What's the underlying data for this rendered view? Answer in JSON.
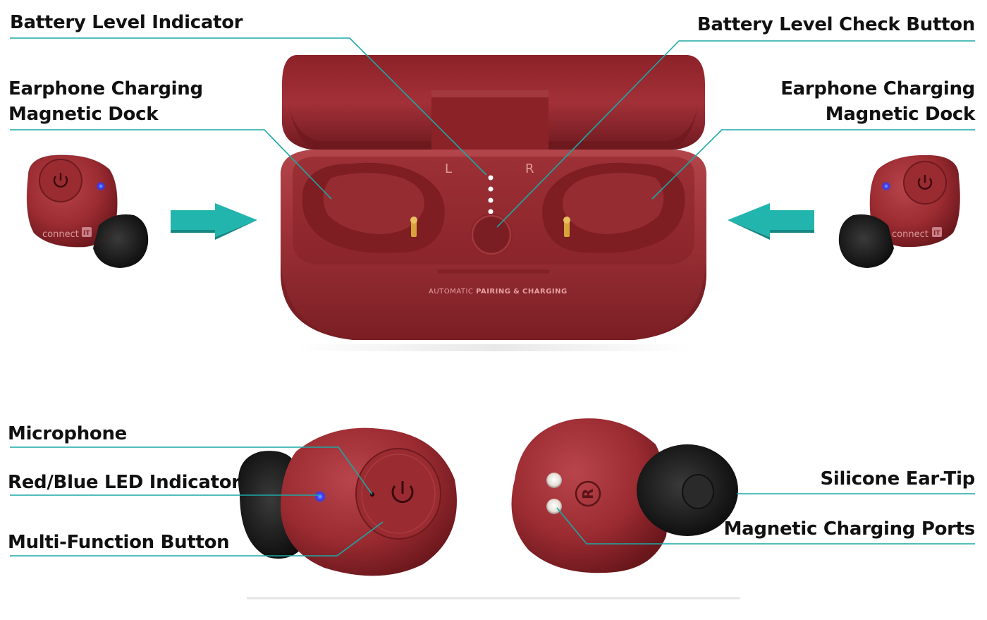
{
  "labels": {
    "battery_level_indicator": "Battery Level Indicator",
    "battery_check_button": "Battery Level Check Button",
    "dock_left": [
      "Earphone Charging",
      "Magnetic Dock"
    ],
    "dock_right": [
      "Earphone Charging",
      "Magnetic Dock"
    ],
    "microphone": "Microphone",
    "led_indicator": "Red/Blue LED Indicator",
    "multi_function_button": "Multi-Function Button",
    "silicone_ear_tip": "Silicone Ear-Tip",
    "magnetic_charging_ports": "Magnetic Charging Ports"
  },
  "case": {
    "left_mark": "L",
    "right_mark": "R",
    "caption_prefix": "AUTOMATIC",
    "caption_bold_1": "PAIRING",
    "caption_amp": "&",
    "caption_bold_2": "CHARGING"
  },
  "earbud": {
    "brand": "connect",
    "brand_badge": "IT",
    "side_mark": "R"
  },
  "colors": {
    "case_red": "#9a2a30",
    "leader_teal": "#1aa9a6",
    "arrow_teal": "#22b5ae",
    "led_blue": "#2a3cff"
  }
}
